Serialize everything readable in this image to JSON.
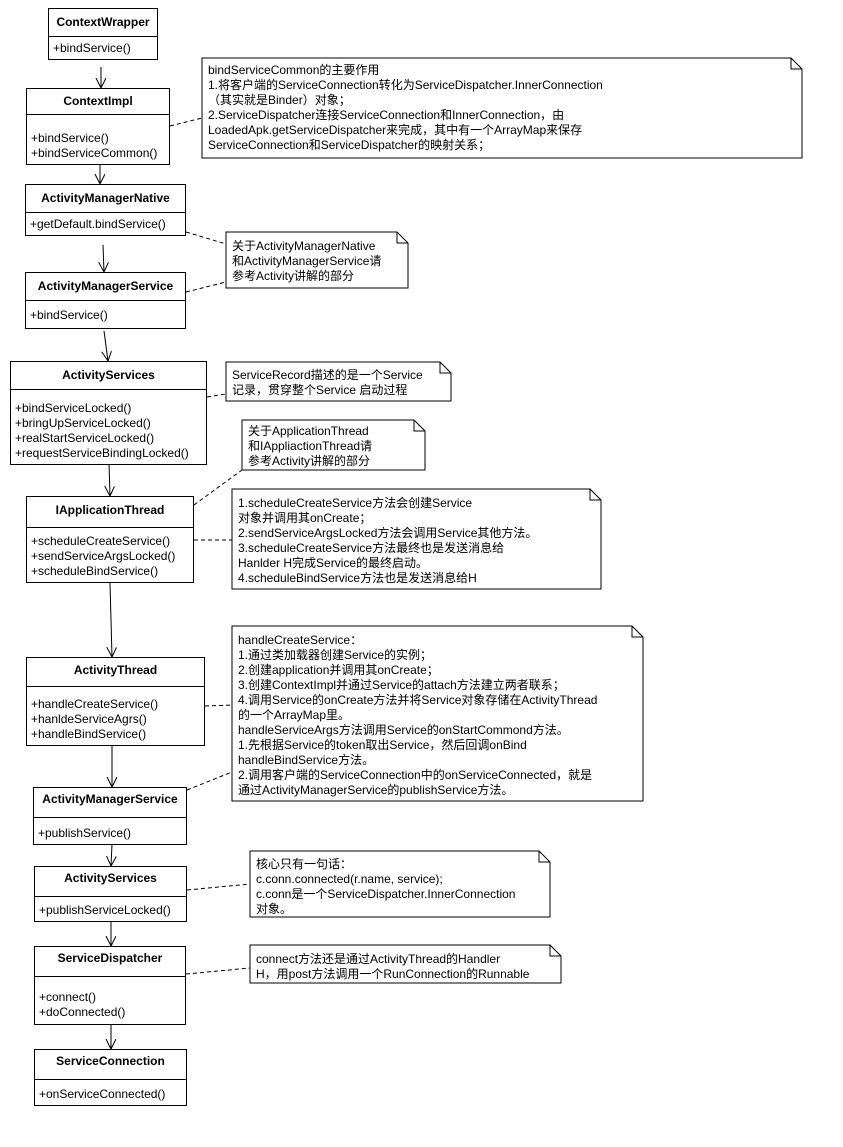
{
  "classes": [
    {
      "id": "context-wrapper",
      "name": "ContextWrapper",
      "ops": [
        "+bindService()"
      ]
    },
    {
      "id": "context-impl",
      "name": "ContextImpl",
      "ops": [
        "+bindService()",
        "+bindServiceCommon()"
      ]
    },
    {
      "id": "activity-manager-native",
      "name": "ActivityManagerNative",
      "ops": [
        "+getDefault.bindService()"
      ]
    },
    {
      "id": "activity-manager-service-1",
      "name": "ActivityManagerService",
      "ops": [
        "+bindService()"
      ]
    },
    {
      "id": "activity-services-1",
      "name": "ActivityServices",
      "ops": [
        "+bindServiceLocked()",
        "+bringUpServiceLocked()",
        "+realStartServiceLocked()",
        "+requestServiceBindingLocked()"
      ]
    },
    {
      "id": "iapplication-thread",
      "name": "IApplicationThread",
      "ops": [
        "+scheduleCreateService()",
        "+sendServiceArgsLocked()",
        "+scheduleBindService()"
      ]
    },
    {
      "id": "activity-thread",
      "name": "ActivityThread",
      "ops": [
        "+handleCreateService()",
        "+hanldeServiceAgrs()",
        "+handleBindService()"
      ]
    },
    {
      "id": "activity-manager-service-2",
      "name": "ActivityManagerService",
      "ops": [
        "+publishService()"
      ]
    },
    {
      "id": "activity-services-2",
      "name": "ActivityServices",
      "ops": [
        "+publishServiceLocked()"
      ]
    },
    {
      "id": "service-dispatcher",
      "name": "ServiceDispatcher",
      "ops": [
        "+connect()",
        "+doConnected()"
      ]
    },
    {
      "id": "service-connection",
      "name": "ServiceConnection",
      "ops": [
        "+onServiceConnected()"
      ]
    }
  ],
  "notes": [
    {
      "id": "note-bind-service-common",
      "lines": [
        "bindServiceCommon的主要作用",
        "1.将客户端的ServiceConnection转化为ServiceDispatcher.InnerConnection",
        "（其实就是Binder）对象；",
        "2.ServiceDispatcher连接ServiceConnection和InnerConnection，由",
        "LoadedApk.getServiceDispatcher来完成，其中有一个ArrayMap来保存",
        "ServiceConnection和ServiceDispatcher的映射关系；"
      ]
    },
    {
      "id": "note-amn-ams",
      "lines": [
        "关于ActivityManagerNative",
        "和ActivityManagerService请",
        "参考Activity讲解的部分"
      ]
    },
    {
      "id": "note-service-record",
      "lines": [
        "ServiceRecord描述的是一个Service",
        "记录，贯穿整个Service 启动过程"
      ]
    },
    {
      "id": "note-application-thread",
      "lines": [
        "关于ApplicationThread",
        "和IAppliactionThread请",
        "参考Activity讲解的部分"
      ]
    },
    {
      "id": "note-schedule-create-service",
      "lines": [
        "1.scheduleCreateService方法会创建Service",
        "对象并调用其onCreate；",
        "2.sendServiceArgsLocked方法会调用Service其他方法。",
        "3.scheduleCreateService方法最终也是发送消息给",
        "Hanlder H完成Service的最终启动。",
        "4.scheduleBindService方法也是发送消息给H"
      ]
    },
    {
      "id": "note-handle-create-service",
      "lines": [
        "handleCreateService：",
        "1.通过类加载器创建Service的实例；",
        "2.创建application并调用其onCreate；",
        "3.创建ContextImpl并通过Service的attach方法建立两者联系；",
        "4.调用Service的onCreate方法并将Service对象存储在ActivityThread",
        "的一个ArrayMap里。",
        "handleServiceArgs方法调用Service的onStartCommond方法。",
        "1.先根据Service的token取出Service，然后回调onBind",
        "handleBindService方法。",
        "2.调用客户端的ServiceConnection中的onServiceConnected，就是",
        "通过ActivityManagerService的publishService方法。"
      ]
    },
    {
      "id": "note-core-sentence",
      "lines": [
        "核心只有一句话：",
        "c.conn.connected(r.name, service);",
        "c.conn是一个ServiceDispatcher.InnerConnection",
        "对象。"
      ]
    },
    {
      "id": "note-connect-method",
      "lines": [
        "connect方法还是通过ActivityThread的Handler",
        "H，用post方法调用一个RunConnection的Runnable"
      ]
    }
  ]
}
